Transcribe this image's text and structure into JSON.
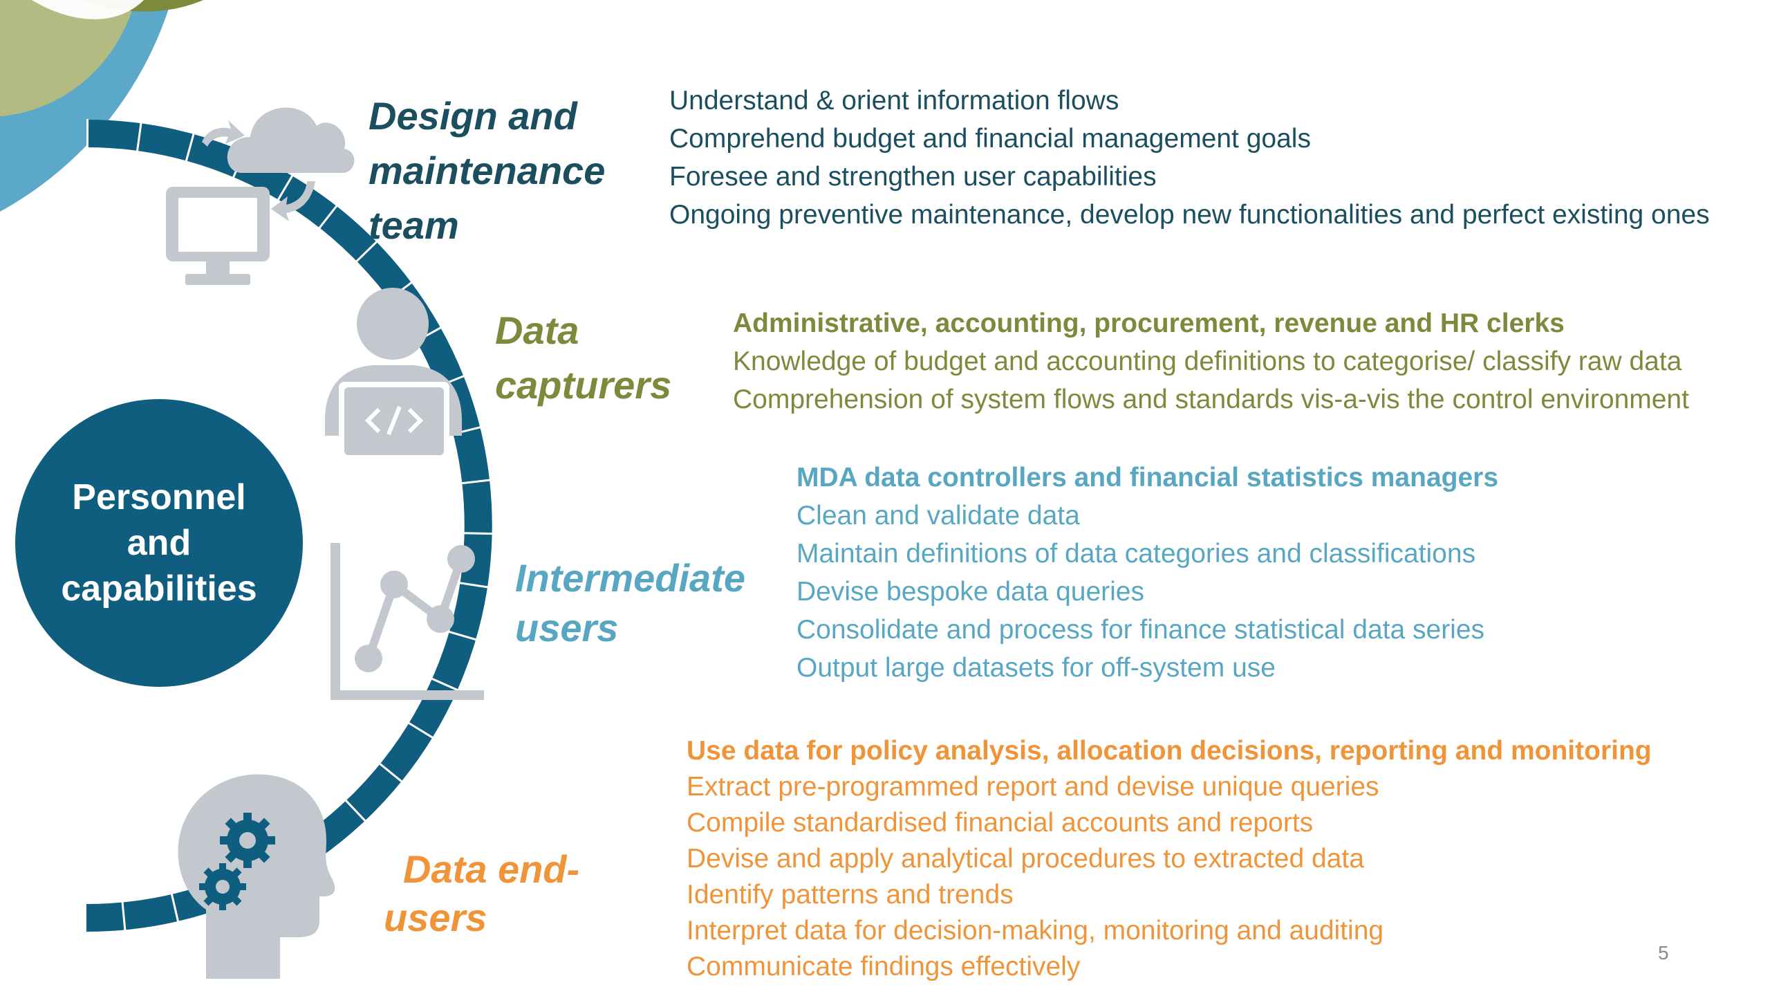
{
  "center": {
    "label_lines": [
      "Personnel",
      "and",
      "capabilities"
    ]
  },
  "groups": [
    {
      "id": "design",
      "heading_lines": [
        "Design and",
        "maintenance",
        "team"
      ],
      "items": [
        "Understand & orient information flows",
        "Comprehend budget and financial management goals",
        "Foresee and strengthen user capabilities",
        "Ongoing preventive maintenance, develop new functionalities and perfect existing ones"
      ]
    },
    {
      "id": "capturers",
      "heading_lines": [
        "Data",
        "capturers"
      ],
      "items": [
        "Administrative, accounting, procurement, revenue and HR clerks",
        "Knowledge of budget and accounting definitions to categorise/ classify raw data",
        "Comprehension of system flows and standards vis-a-vis the control environment"
      ]
    },
    {
      "id": "intermediate",
      "heading_lines": [
        "Intermediate",
        "users"
      ],
      "items": [
        "MDA data controllers and financial statistics managers",
        "Clean and validate data",
        "Maintain definitions of data categories and classifications",
        "Devise bespoke data queries",
        "Consolidate and process for finance statistical data series",
        "Output large datasets for off-system use"
      ]
    },
    {
      "id": "endusers",
      "heading_lines": [
        "Data end-",
        "users"
      ],
      "items": [
        "Use data for policy analysis, allocation decisions, reporting and monitoring",
        "Extract pre-programmed report and devise unique queries",
        "Compile standardised financial accounts and reports",
        "Devise and apply analytical procedures to extracted data",
        "Identify patterns and trends",
        "Interpret data for decision-making, monitoring and auditing",
        "Communicate findings effectively"
      ]
    }
  ],
  "icons": [
    "cloud-sync-icon",
    "developer-person-icon",
    "line-chart-icon",
    "head-gears-icon"
  ],
  "colors": {
    "design": "#1b4e5f",
    "capturers": "#7d8a3b",
    "intermediate": "#57a7c3",
    "endusers": "#f0943a",
    "arc": "#0f5e80",
    "icon_gray": "#c2c8ce"
  },
  "page_number": "5"
}
